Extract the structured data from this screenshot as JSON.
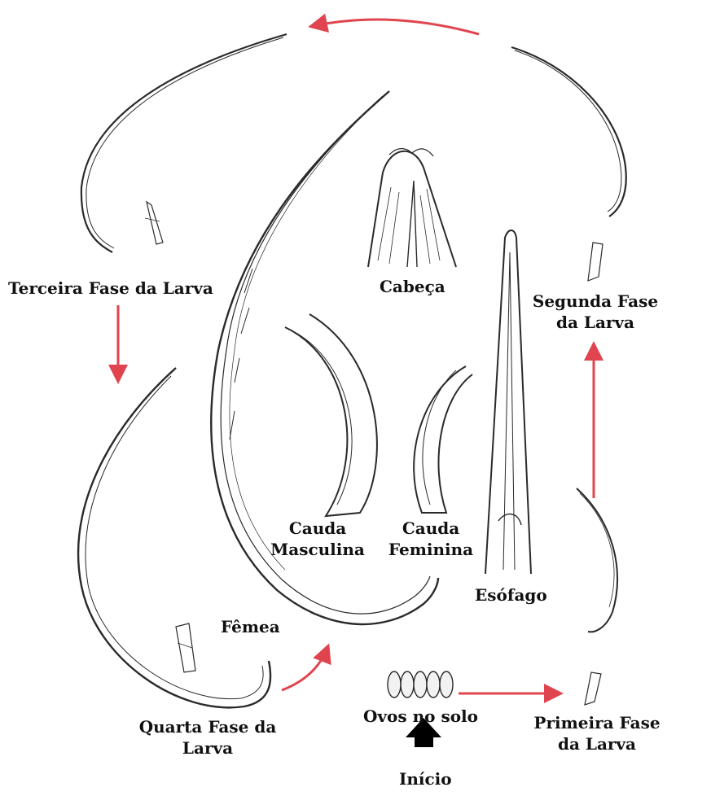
{
  "diagram": {
    "labels": {
      "terceira": "Terceira Fase da Larva",
      "cabeca": "Cabeça",
      "segunda_l1": "Segunda Fase",
      "segunda_l2": "da Larva",
      "cauda_m_l1": "Cauda",
      "cauda_m_l2": "Masculina",
      "cauda_f_l1": "Cauda",
      "cauda_f_l2": "Feminina",
      "esofago": "Esófago",
      "femea": "Fêmea",
      "quarta_l1": "Quarta Fase da",
      "quarta_l2": "Larva",
      "ovos": "Ovos no solo",
      "primeira_l1": "Primeira Fase",
      "primeira_l2": "da Larva",
      "inicio": "Início"
    },
    "colors": {
      "arrow": "#e0454f",
      "start_arrow": "#000000",
      "drawing": "#2a2a2a"
    }
  }
}
